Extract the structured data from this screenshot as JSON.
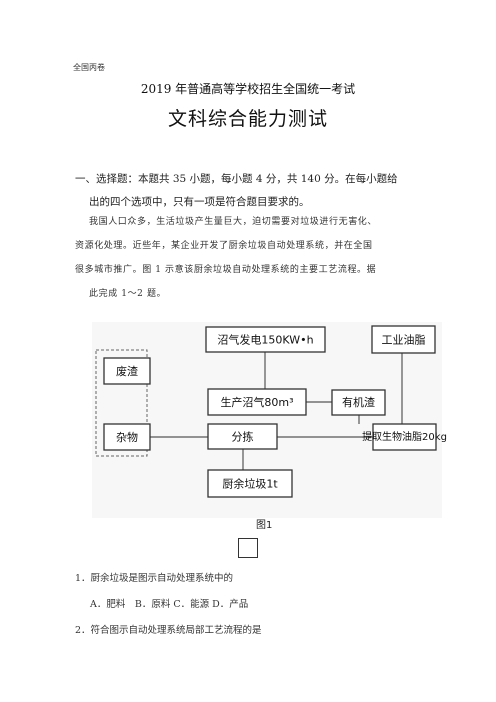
{
  "header": {
    "tag": "全国丙卷",
    "title": "2019 年普通高等学校招生全国统一考试",
    "subtitle": "文科综合能力测试"
  },
  "section": {
    "instruction_line1": "一、选择题：本题共 35 小题，每小题 4 分，共 140 分。在每小题给",
    "instruction_line2": "出的四个选项中，只有一项是符合题目要求的。"
  },
  "passage": {
    "line1": "我国人口众多，生活垃圾产生量巨大，迫切需要对垃圾进行无害化、",
    "line2": "资源化处理。近些年，某企业开发了厨余垃圾自动处理系统，并在全国",
    "line3": "很多城市推广。图 1 示意该厨余垃圾自动处理系统的主要工艺流程。据",
    "line4": "此完成 1～2 题。"
  },
  "diagram": {
    "nodes": {
      "biogas_power": "沼气发电150KW•h",
      "industrial_oil": "工业油脂",
      "residue": "废渣",
      "biogas_production": "生产沼气80m³",
      "organic_residue": "有机渣",
      "impurities": "杂物",
      "sorting": "分拣",
      "bio_oil": "提取生物油脂20kg",
      "kitchen_waste": "厨余垃圾1t"
    },
    "caption": "图1"
  },
  "questions": {
    "q1": "1．厨余垃圾是图示自动处理系统中的",
    "q1_options": "A．肥料　B．原料 C．能源 D．产品",
    "q2": "2．符合图示自动处理系统局部工艺流程的是"
  }
}
